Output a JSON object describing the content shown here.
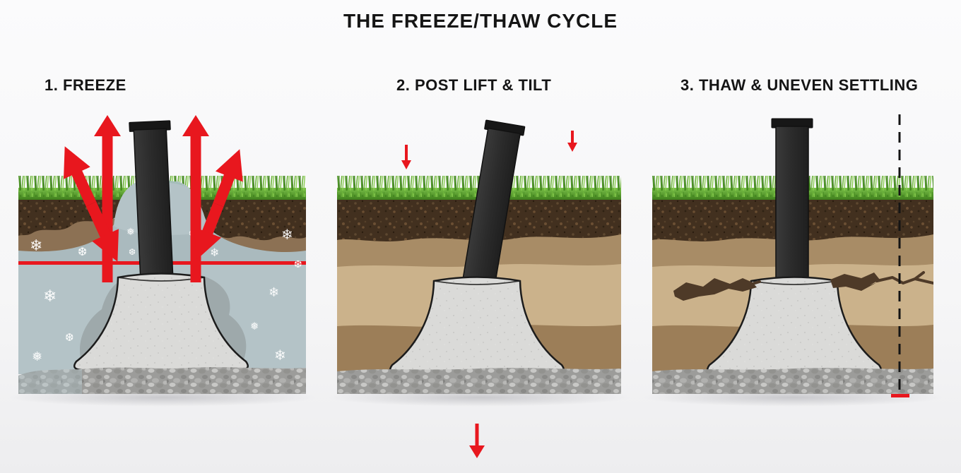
{
  "title": "THE FREEZE/THAW CYCLE",
  "panels": [
    {
      "label": "1. FREEZE"
    },
    {
      "label": "2. POST LIFT & TILT"
    },
    {
      "label": "3. THAW & UNEVEN SETTLING"
    }
  ],
  "icons": {
    "snowflakes": [
      "❄",
      "❅",
      "❆"
    ],
    "heave_arrow": "up-arrow",
    "settle_arrow": "down-arrow",
    "plumb_reference": "dashed-vertical-line"
  },
  "colors": {
    "accent_red": "#e8171e",
    "title_black": "#151515",
    "grass_green": "#57a02c",
    "topsoil_brown": "#42301f",
    "frozen_soil_blue": "#b4c3c7",
    "subsoil_tan_light": "#cbb28b",
    "subsoil_tan_mid": "#a88c66",
    "subsoil_tan_dark": "#9c7e58",
    "gravel_grey": "#9c9c9a",
    "concrete_grey": "#dadad8",
    "post_black": "#2b2b2b",
    "snowflake_white": "#ffffff"
  }
}
